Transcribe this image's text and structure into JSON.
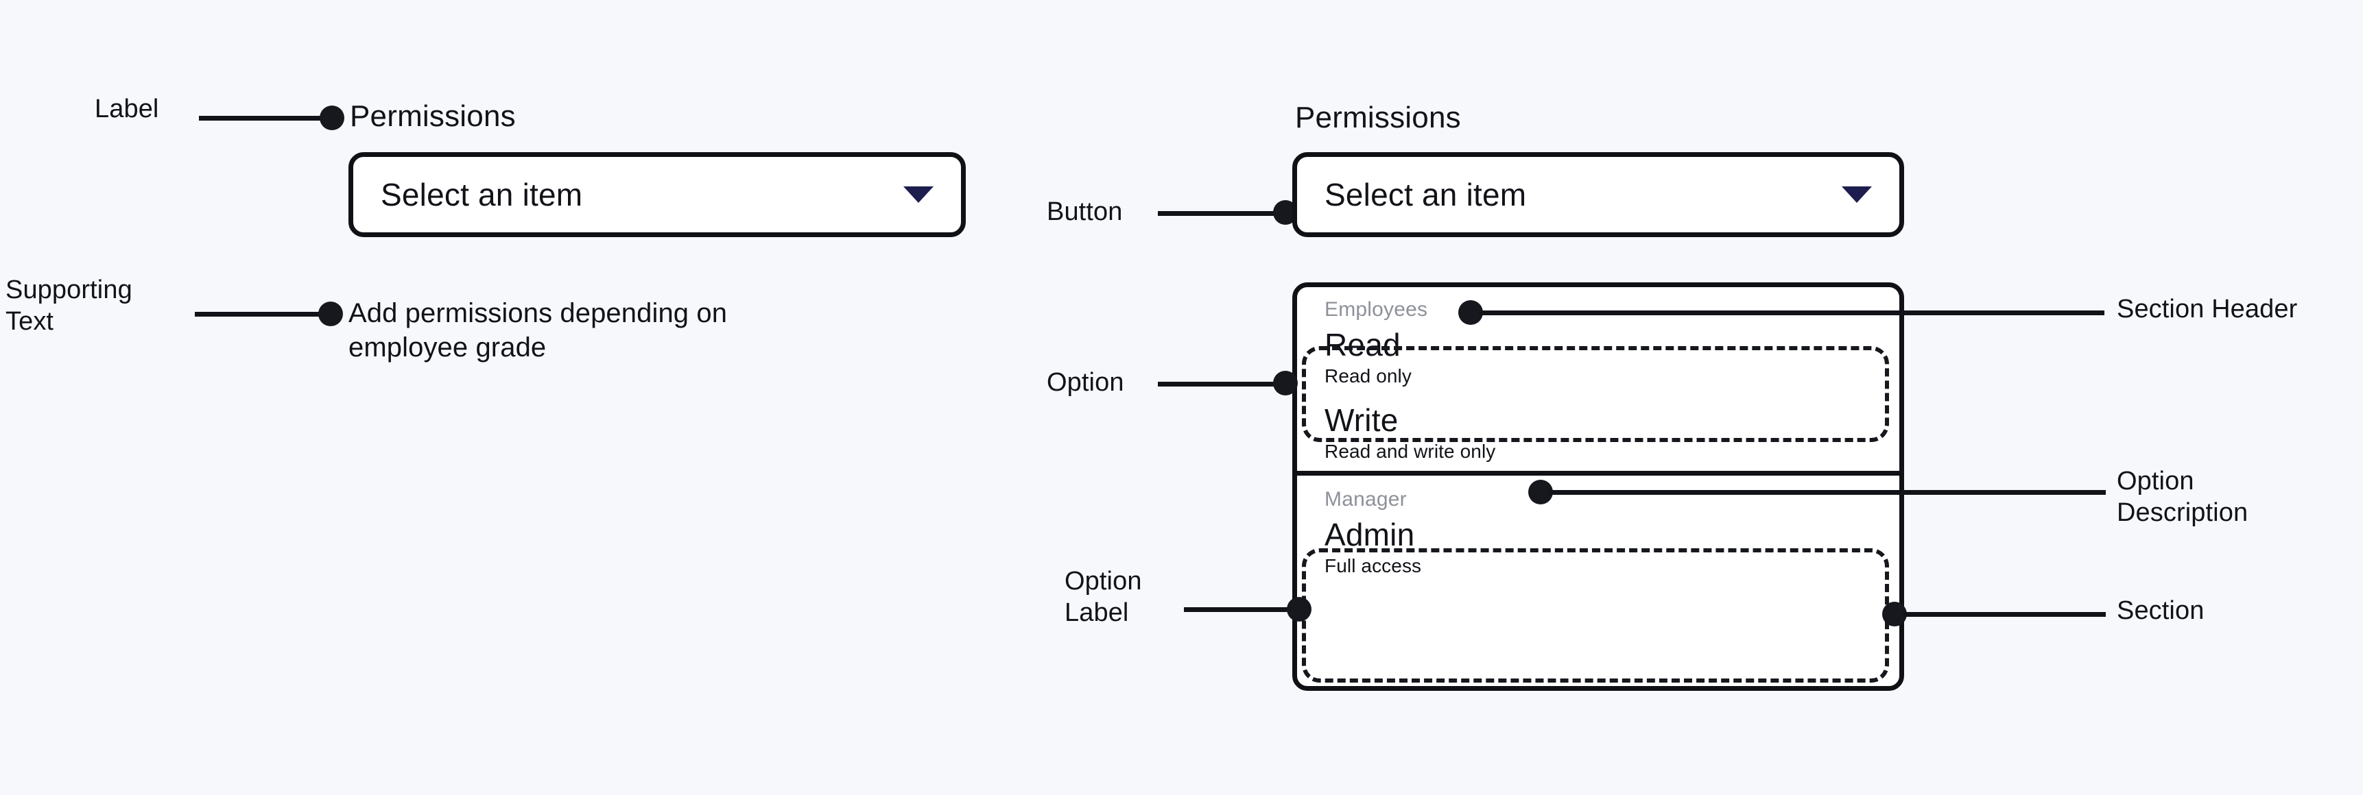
{
  "canvas": {
    "background": "#f7f8fb",
    "ink": "#111318",
    "accent": "#1d1d4e",
    "muted": "#8e9199"
  },
  "left_spec": {
    "field_label": "Permissions",
    "select_value": "Select an item",
    "chevron_icon": "chevron-down-icon",
    "supporting_text": "Add permissions depending on\nemployee grade",
    "annotations": [
      {
        "id": "label",
        "text": "Label"
      },
      {
        "id": "supporting-text",
        "text": "Supporting\nText"
      }
    ]
  },
  "right_spec": {
    "field_label": "Permissions",
    "select_value": "Select an item",
    "chevron_icon": "chevron-down-icon",
    "listbox": {
      "sections": [
        {
          "header": "Employees",
          "options": [
            {
              "label": "Read",
              "description": "Read only"
            },
            {
              "label": "Write",
              "description": "Read and write only"
            }
          ]
        },
        {
          "header": "Manager",
          "options": [
            {
              "label": "Admin",
              "description": "Full access"
            }
          ]
        }
      ]
    },
    "annotations": [
      {
        "id": "button",
        "text": "Button",
        "side": "left"
      },
      {
        "id": "option",
        "text": "Option",
        "side": "left"
      },
      {
        "id": "option-label",
        "text": "Option\nLabel",
        "side": "left"
      },
      {
        "id": "section-header",
        "text": "Section Header",
        "side": "right"
      },
      {
        "id": "option-description",
        "text": "Option\nDescription",
        "side": "right"
      },
      {
        "id": "section",
        "text": "Section",
        "side": "right"
      }
    ]
  }
}
